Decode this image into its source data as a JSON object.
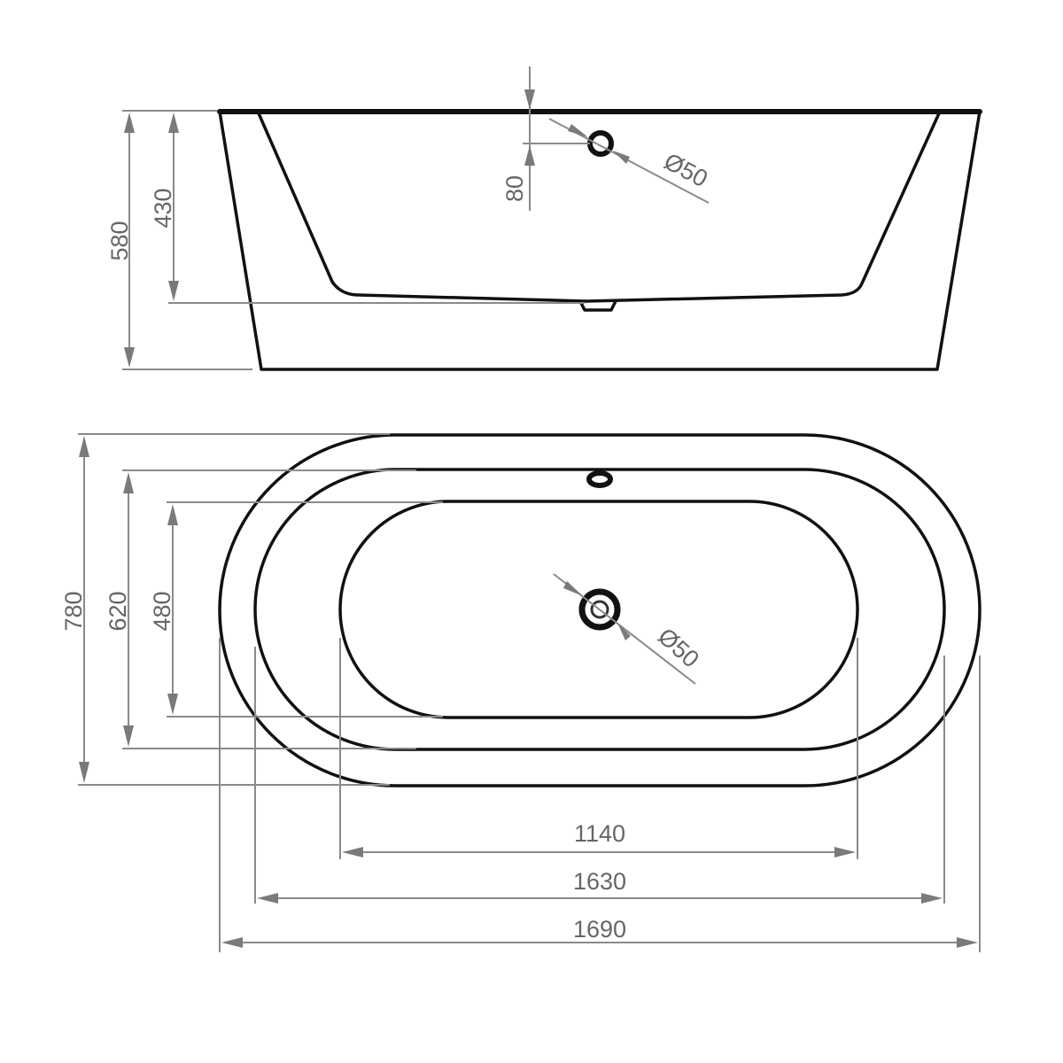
{
  "drawing": {
    "subject": "Freestanding oval bathtub",
    "units": "mm",
    "colors": {
      "outline": "#111111",
      "dimension_line": "#8a8a8a",
      "dimension_text": "#666666",
      "background": "#ffffff"
    }
  },
  "side_view": {
    "name": "Side elevation",
    "dimensions": {
      "total_height": "580",
      "inner_depth": "430",
      "overflow_offset": "80",
      "overflow_diameter": "Ø50"
    }
  },
  "top_view": {
    "name": "Plan view",
    "dimensions": {
      "outer_width": "780",
      "rim_inner_width": "620",
      "basin_bottom_width": "480",
      "basin_bottom_length": "1140",
      "rim_inner_length": "1630",
      "outer_length": "1690",
      "drain_diameter": "Ø50"
    }
  }
}
